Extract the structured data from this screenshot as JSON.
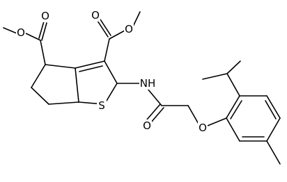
{
  "molecule": {
    "atom_labels": {
      "o_ester_left_carbonyl": "O",
      "o_ester_left_ether": "O",
      "o_ester_right_carbonyl": "O",
      "o_ester_right_ether": "O",
      "sulfur": "S",
      "amide_nh": "NH",
      "amide_carbonyl_o": "O",
      "aryl_ether_o": "O"
    }
  }
}
